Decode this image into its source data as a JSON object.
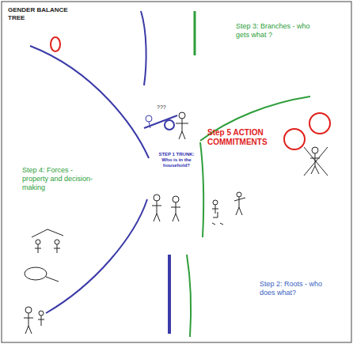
{
  "diagram": {
    "title": "GENDER BALANCE TREE",
    "labels": [
      "???",
      "Step 3: Branches - who gets what ?",
      "Step 5 ACTION COMMITMENTS",
      "STEP 1 TRUNK: Who is in the household?",
      "Step 4: Forces - property and decision-making",
      "Step 2: Roots - who does what?"
    ]
  }
}
